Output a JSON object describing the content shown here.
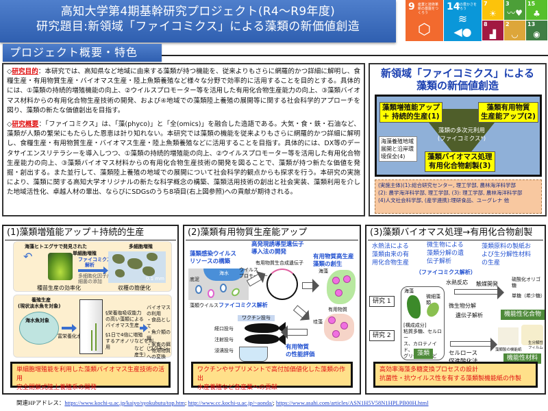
{
  "header": {
    "title_line1": "高知大学第4期基幹研究プロジェクト(R4～R9年度)",
    "title_line2": "研究題目:新領域「ファイコミクス」による藻類の新価値創造",
    "banner_color": "#3d6dbf"
  },
  "sdgs": {
    "big": [
      {
        "num": "9",
        "label": "産業と技術革新の基盤をつくろう",
        "color": "#f26a2e",
        "glyph": "⬡"
      },
      {
        "num": "14",
        "label": "海の豊かさを守ろう",
        "color": "#0a97d9",
        "glyph": "≈🐟"
      }
    ],
    "small": [
      {
        "num": "7",
        "color": "#fcc30b",
        "glyph": "☀"
      },
      {
        "num": "3",
        "color": "#4c9f38",
        "glyph": "♥"
      },
      {
        "num": "15",
        "color": "#56c02b",
        "glyph": "♣"
      },
      {
        "num": "8",
        "color": "#a21942",
        "glyph": "▲"
      },
      {
        "num": "2",
        "color": "#dda63a",
        "glyph": "◡"
      },
      {
        "num": "13",
        "color": "#3f7e44",
        "glyph": "◉"
      }
    ]
  },
  "section": {
    "heading": "プロジェクト概要・特色"
  },
  "overview": {
    "purpose": {
      "bullet": "◇",
      "key": "研究目的",
      "text": "：本研究では、高知県など地域に由来する藻類が持つ機能を、従来よりもさらに網羅的かつ詳細に解明し、食糧生産・有用物質生産・バイオマス生産・陸上魚類養殖など様々な分野で効率的に活用することを目的とする。具体的には、①藻類の持続的増殖機能の向上、②ウイルスプロモーター等を活用した有用化合物生産能力の向上、③藻類バイオマス材料からの有用化合物生産技術の開発、および④地域での藻類陸上養殖の展開等に関する社会科学的アプローチを図り、藻類の新たな価値創出を目指す。"
    },
    "summary": {
      "bullet": "◇",
      "key": "研究概要",
      "text": "：「ファイコミクス」は、「藻(phyco)」と「全(omics)」を融合した造語である。大気・食・鉄・石油など、藻類が人類の繁栄にもたらした恩恵は計り知れない。本研究では藻類の機能を従来よりもさらに網羅的かつ詳細に解明し、食糧生産・有用物質生産・バイオマス生産・陸上魚類養殖などに活用することを目指す。具体的には、DX等のデータサイエンスリテラシーを導入しつつ、①藻類の持続的増殖能の向上、②ウイルスプロモーター等を活用した有用化合物生産能力の向上、③藻類バイオマス材料からの有用化合物生産技術の開発を図ることで、藻類が持つ新たな価値を発掘・創出する。また並行して、藻類陸上養殖の地域での展開について社会科学的観点からも探求を行う。本研究の実施により、藻類に関する高知大学オリジナルの新たな科学概念の構築、藻類活用技術の創出と社会実装、藻類利用を介した地域活性化、卓越人材の輩出、ならびにSDGsのうち8項目(右上図参照)への貢献が期待される。"
    }
  },
  "concept": {
    "title_line1": "新領域「ファイコミクス」による",
    "title_line2": "藻類の新価値創造",
    "box1": "藻類増殖能アップ\n＋ 持続的生産(1)",
    "box1_l1": "藻類増殖能アップ",
    "box1_l2": "＋ 持続的生産(1)",
    "box2_l1": "藻類有用物質",
    "box2_l2": "生産能アップ(2)",
    "box3_l1": "藻類バイオマス処理",
    "box3_l2": "有用化合物創製(3)",
    "box4_l1": "海藻養殖地域",
    "box4_l2": "展開と沿岸環",
    "box4_l3": "境保全(4)",
    "center_l1": "藻類の多次元利用",
    "center_l2": "(ファイコミクス*)",
    "implementers": [
      "(実施主体)(1):総合研究センター, 理工学部, 農林海洋科学部",
      "(2): 農学海洋科学部, 理工学部, (3): 理工学部, 農林海洋科学部",
      "(4)人文社会科学部, (産学連携):理研食品、ユーグレナ 他"
    ]
  },
  "panels": [
    {
      "title": "(1)藻類増殖能アップ＋持続的生産",
      "top": {
        "discovery_l1": "海藻ヒトエグサで発見された",
        "discovery_l2": "単細胞増殖",
        "multicell": "多細胞増殖",
        "analysis_l1": "ファイコミクス",
        "analysis_l2": "解析",
        "factor_l1": "多細胞化因子/",
        "factor_l2": "細菌の添加",
        "scale": "0.1 mm",
        "left_caption": "種苗生産の効率化",
        "right_caption": "収穫の簡便化"
      },
      "bottom": {
        "aqua_l1": "養殖生産",
        "aqua_l2": "(現状淡水魚を対象)",
        "sea_fish": "海水魚対象",
        "eutrophic": "富栄養化水",
        "note1_l1": "§栄養塩吸収能力",
        "note1_l2": "の高い藻類による",
        "note1_l3": "バイオマス生産",
        "note2_l1": "§1日で4倍に増殖",
        "note2_l2": "するアオノリなどを利",
        "note2_l3": "用",
        "uses_title": "バイオマスの利用",
        "uses": [
          "・食品として",
          "・魚介類の餌",
          "・家畜の餌",
          "・有用物質への変換",
          "など（ワクチン産生）"
        ]
      },
      "summary_l1": "単細胞増殖能を利用した藻類バイオマス生産技術の活用",
      "summary_l2": "完全閉鎖式陸上養殖系の開発"
    },
    {
      "title": "(2)藻類有用物質生産能アップ",
      "virus_resource_l1": "藻類感染ウイルス",
      "virus_resource_l2": "リソースの構築",
      "gene_method_l1": "高発現誘導型遺伝子",
      "gene_method_l2": "導入法の開発",
      "high_prod_l1": "有用物質高生産",
      "high_prod_l2": "藻類の創生",
      "seawater": "海水",
      "sediment": "底泥",
      "gene_label": "有用物質生合成遺伝子",
      "promoter_l1": "ウイルス",
      "promoter_l2": "プロモーター",
      "seaweed": "海藻",
      "algae_virus": "藻類ウイルス",
      "phycomics": "ファイコミクス解析",
      "useful_substance": "有用物質",
      "diatom": "珪藻",
      "vaccine": "ワクチン投与",
      "oral": "経口投与",
      "injection": "注射投与",
      "immersion": "浸漬投与",
      "eval_l1": "有用物質",
      "eval_l2": "の性能評価",
      "summary_l1": "ワクチンやサプリメントで高付加価値化した藻類の作出",
      "summary_l2": "水産養殖など各産業への貢献"
    },
    {
      "title": "(3)藻類バイオマス処理→有用化合物創製",
      "col1": [
        "水熱法による",
        "藻類由来の有",
        "用化合物生産"
      ],
      "col2": [
        "微生物による",
        "藻類分解の遺",
        "伝子解析"
      ],
      "col3": [
        "藻類原料の製紙お",
        "よび生分解性材料",
        "の生産"
      ],
      "phycomics": "（ファイコミクス解析）",
      "hydrothermal": "水熱反応",
      "catalyst": "触媒開発",
      "oligo": "硫酸化オリゴ糖",
      "mono": "単糖（希少糖）",
      "research1": "研究 1",
      "research2": "研究 2",
      "seaweed": "海藻",
      "microalgae": "微細藻類",
      "microbial": "微生物分解",
      "gene_analysis": "遺伝子解析",
      "components_l1": "[構成成分]",
      "components_l2": "粘質多糖、セルロー",
      "components_l3": "ス、カロテノイド、",
      "components_l4": "グリセリドなど",
      "algae": "藻類",
      "cellulose_l1": "セルロース",
      "cellulose_l2": "促進酸化法",
      "func_compound": "機能性化合物",
      "paper": "藻類製の機能紙",
      "film_l1": "生分解性",
      "film_l2": "フィルム",
      "func_material": "機能性材料",
      "summary_l1": "高効率海藻多糖変換プロセスの設計",
      "summary_l2": "抗菌性・抗ウイルス性を有する藻類製機能紙の作製"
    }
  ],
  "footer": {
    "label": "関連HPアドレス：",
    "links": [
      "https://www.kochi-u.ac.jp/kaiyo/syokubutu/top.htm",
      "http://www.cc.kochi-u.ac.jp/~aonda/",
      "https://www.asahi.com/articles/ASN1H5V58N1HPLPB00H.html"
    ],
    "separator": "; "
  }
}
